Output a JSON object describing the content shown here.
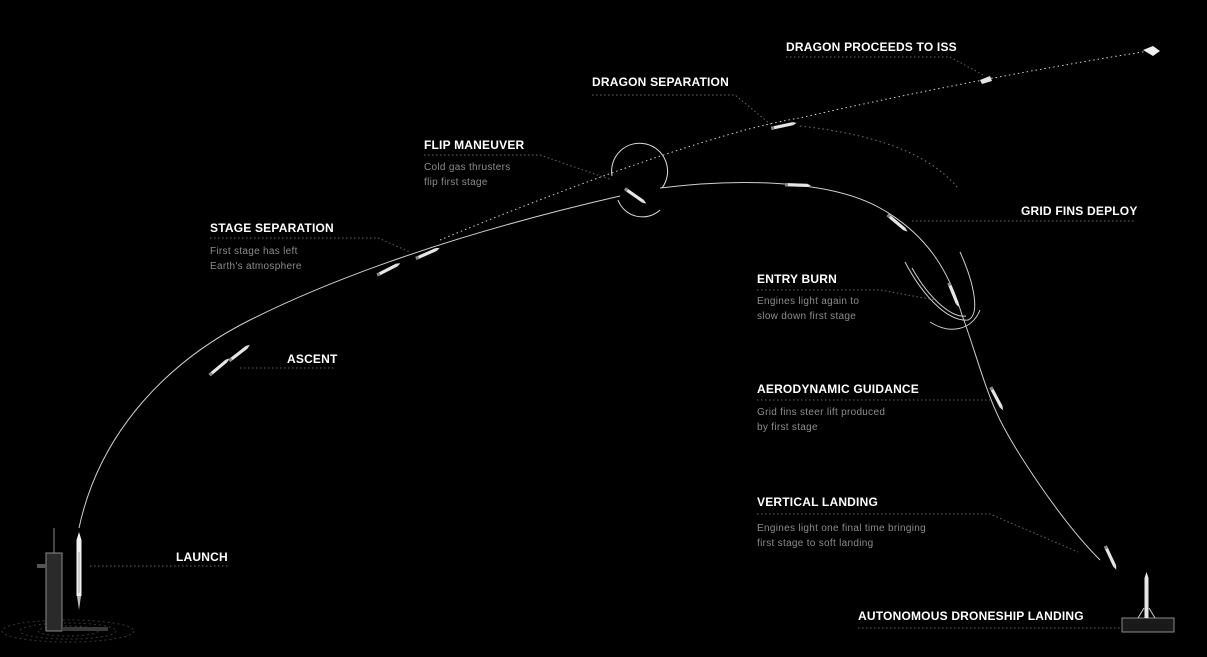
{
  "stages": {
    "launch": {
      "title": "LAUNCH"
    },
    "ascent": {
      "title": "ASCENT"
    },
    "stage_separation": {
      "title": "STAGE SEPARATION",
      "desc_line1": "First stage has left",
      "desc_line2": "Earth's atmosphere"
    },
    "flip_maneuver": {
      "title": "FLIP MANEUVER",
      "desc_line1": "Cold gas thrusters",
      "desc_line2": "flip first stage"
    },
    "dragon_separation": {
      "title": "DRAGON SEPARATION"
    },
    "dragon_proceeds": {
      "title": "DRAGON PROCEEDS TO ISS"
    },
    "grid_fins_deploy": {
      "title": "GRID FINS DEPLOY"
    },
    "entry_burn": {
      "title": "ENTRY BURN",
      "desc_line1": "Engines light again to",
      "desc_line2": "slow down first stage"
    },
    "aerodynamic_guidance": {
      "title": "AERODYNAMIC GUIDANCE",
      "desc_line1": "Grid fins steer lift produced",
      "desc_line2": "by first stage"
    },
    "vertical_landing": {
      "title": "VERTICAL LANDING",
      "desc_line1": "Engines light one final time bringing",
      "desc_line2": "first stage to soft landing"
    },
    "droneship_landing": {
      "title": "AUTONOMOUS DRONESHIP LANDING"
    }
  },
  "colors": {
    "background": "#000000",
    "trajectory": "#cfcfcf",
    "leader": "#666666",
    "text": "#ffffff",
    "description": "#8c8c8c"
  }
}
